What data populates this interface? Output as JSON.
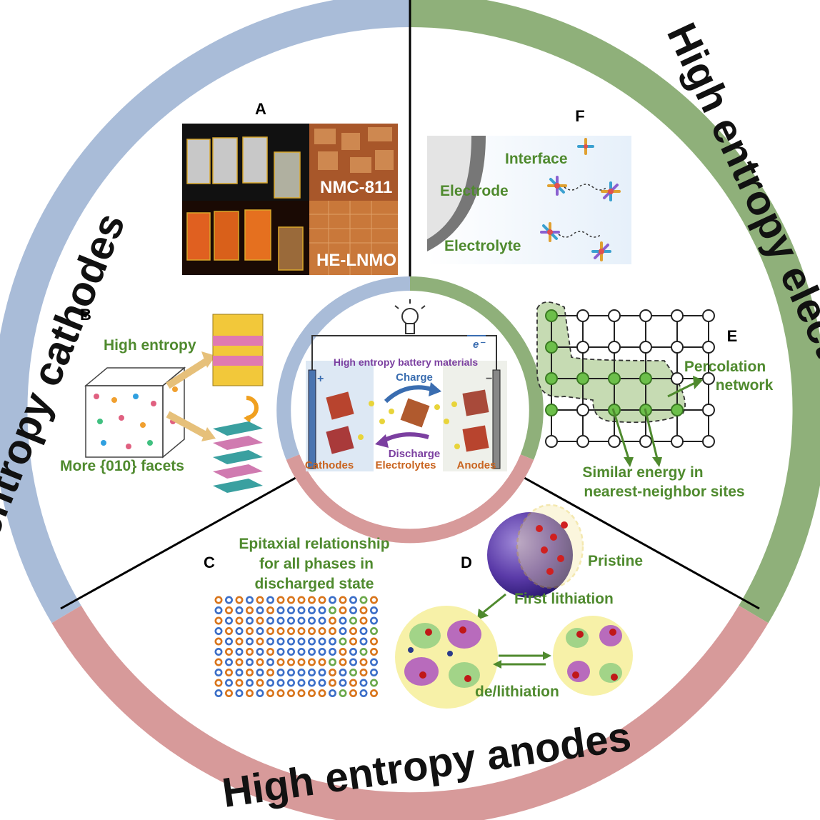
{
  "ring": {
    "cathodes_title": "High entropy cathodes",
    "electrolytes_title": "High entropy electrolytes",
    "anodes_title": "High entropy anodes"
  },
  "colors": {
    "cathodes": "#a9bcd8",
    "electrolytes": "#8fb07a",
    "anodes": "#d79a9a",
    "label_green": "#4f8a2e"
  },
  "center": {
    "title": "High entropy battery materials",
    "charge": "Charge",
    "discharge": "Discharge",
    "cathodes": "Cathodes",
    "electrolytes": "Electrolytes",
    "anodes": "Anodes",
    "electron": "e⁻",
    "plus": "+",
    "minus": "−"
  },
  "panels": {
    "A": {
      "letter": "A",
      "img1": "NMC-811",
      "img2": "HE-LNMO"
    },
    "B": {
      "letter": "B",
      "high_entropy": "High entropy",
      "facets": "More {010} facets"
    },
    "C": {
      "letter": "C",
      "line1": "Epitaxial relationship",
      "line2": "for all phases in",
      "line3": "discharged state"
    },
    "D": {
      "letter": "D",
      "pristine": "Pristine",
      "first": "First lithiation",
      "delith": "de/lithiation"
    },
    "E": {
      "letter": "E",
      "perc1": "Percolation",
      "perc2": "network",
      "sim1": "Similar energy in",
      "sim2": "nearest-neighbor sites"
    },
    "F": {
      "letter": "F",
      "interface": "Interface",
      "electrode": "Electrode",
      "electrolyte": "Electrolyte"
    }
  }
}
